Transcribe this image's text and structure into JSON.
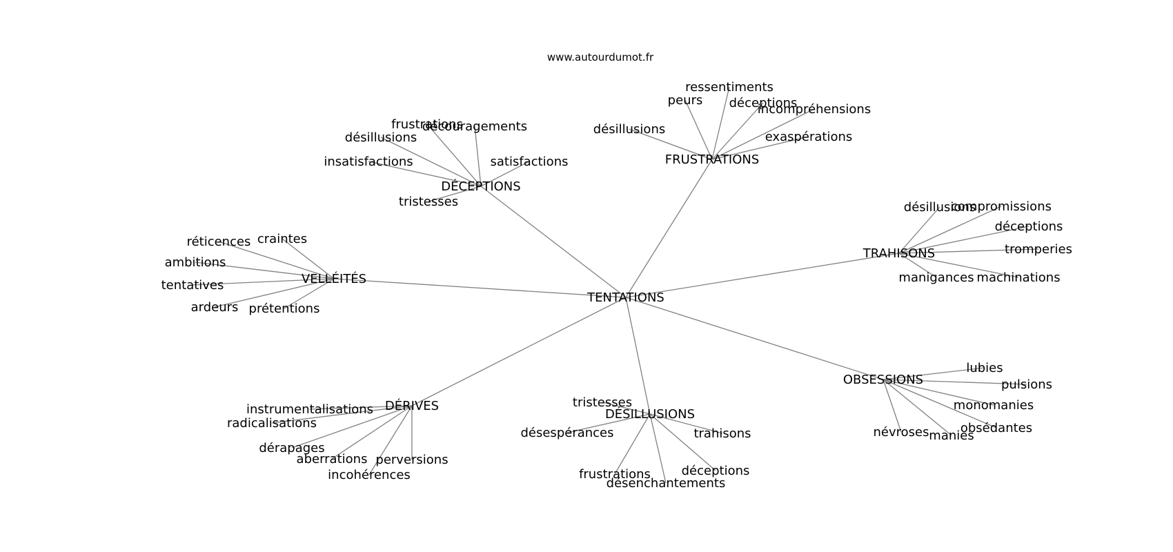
{
  "site": "www.autourdumot.fr",
  "colors": {
    "edge": "#808080",
    "text": "#000000",
    "background": "#ffffff"
  },
  "center": "TENTATIONS",
  "hubs": [
    {
      "id": "deceptions",
      "label": "DÉCEPTIONS",
      "leaves": [
        "frustrations",
        "découragements",
        "désillusions",
        "insatisfactions",
        "satisfactions",
        "tristesses"
      ]
    },
    {
      "id": "frustrations",
      "label": "FRUSTRATIONS",
      "leaves": [
        "ressentiments",
        "peurs",
        "déceptions",
        "incompréhensions",
        "désillusions",
        "exaspérations"
      ]
    },
    {
      "id": "velleites",
      "label": "VELLÉITÉS",
      "leaves": [
        "réticences",
        "craintes",
        "ambitions",
        "tentatives",
        "ardeurs",
        "prétentions"
      ]
    },
    {
      "id": "trahisons",
      "label": "TRAHISONS",
      "leaves": [
        "désillusions",
        "compromissions",
        "déceptions",
        "tromperies",
        "manigances",
        "machinations"
      ]
    },
    {
      "id": "derives",
      "label": "DÉRIVES",
      "leaves": [
        "instrumentalisations",
        "radicalisations",
        "dérapages",
        "aberrations",
        "perversions",
        "incohérences"
      ]
    },
    {
      "id": "desillusions",
      "label": "DÉSILLUSIONS",
      "leaves": [
        "tristesses",
        "désespérances",
        "trahisons",
        "frustrations",
        "déceptions",
        "désenchantements"
      ]
    },
    {
      "id": "obsessions",
      "label": "OBSESSIONS",
      "leaves": [
        "lubies",
        "pulsions",
        "monomanies",
        "obsédantes",
        "névroses",
        "manies"
      ]
    }
  ]
}
